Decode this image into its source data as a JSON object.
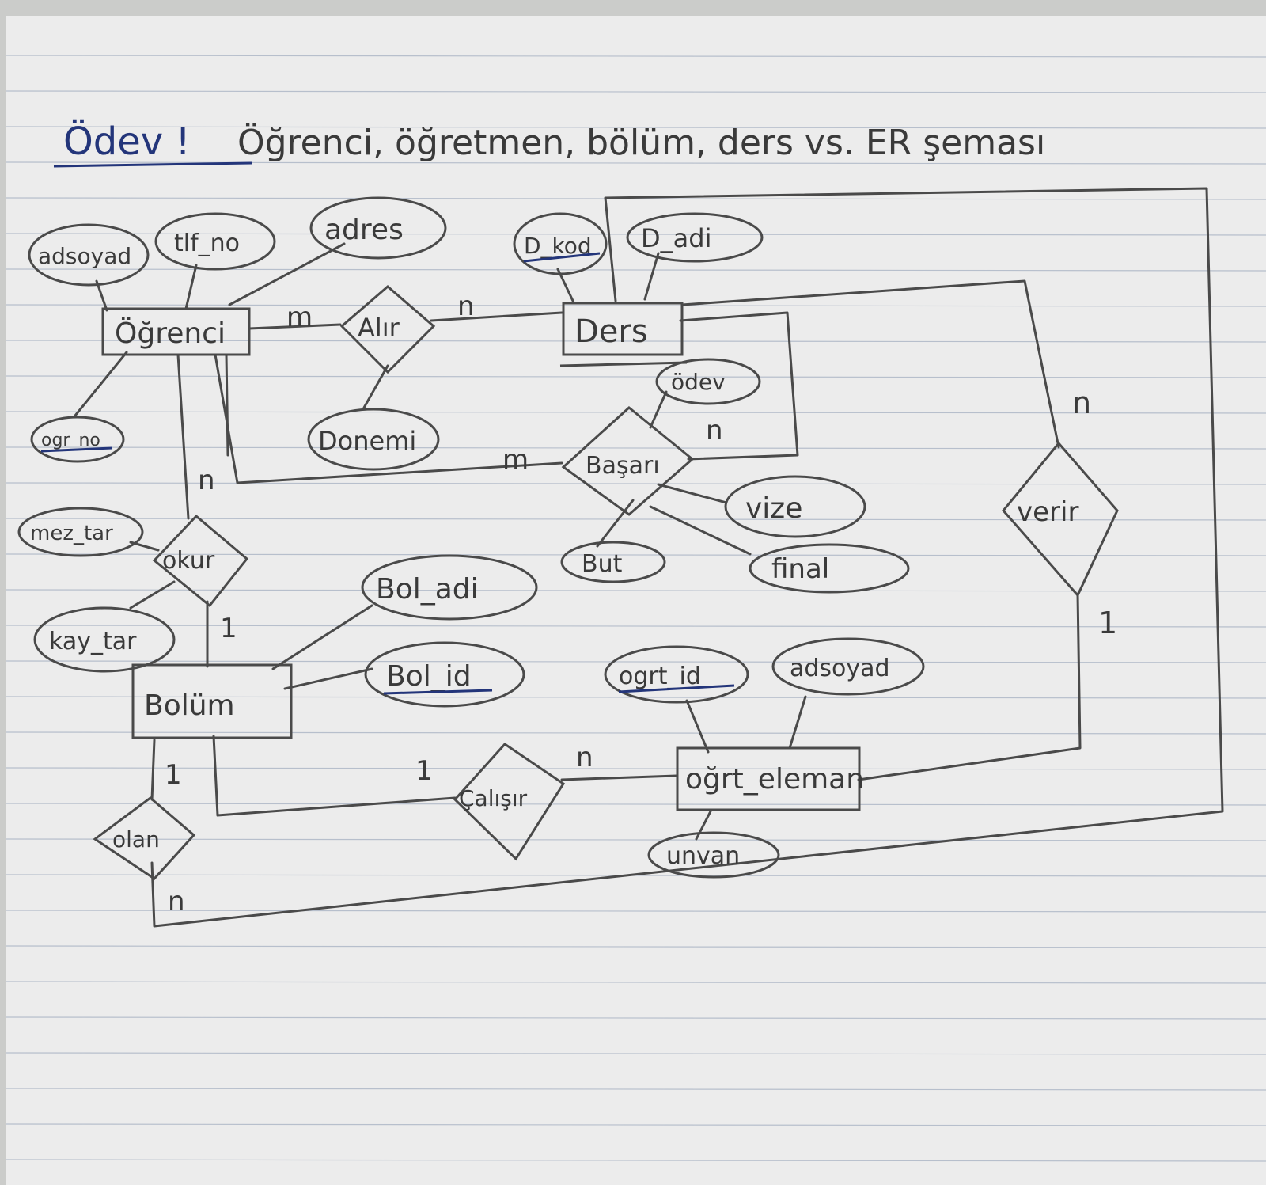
{
  "title": {
    "label": "Ödev !",
    "text": "Öğrenci, öğretmen, bölüm, ders vs. ER şeması"
  },
  "entities": {
    "ogrenci": "Öğrenci",
    "ders": "Ders",
    "bolum": "Bolüm",
    "ogrt_eleman": "oğrt_eleman"
  },
  "relationships": {
    "alir": "Alır",
    "basari": "Başarı",
    "okur": "okur",
    "verir": "verir",
    "calisir": "Çalışır",
    "olan": "olan"
  },
  "attributes": {
    "ogrenci_adsoyad": "adsoyad",
    "ogrenci_tlf": "tlf_no",
    "ogrenci_adres": "adres",
    "ogrenci_no": "ogr_no",
    "ders_kod": "D_kod",
    "ders_adi": "D_adi",
    "donem": "Donemi",
    "odev": "ödev",
    "vize": "vize",
    "final": "final",
    "but": "But",
    "bol_adi": "Bol_adi",
    "bol_id": "Bol_id",
    "mez_tar": "mez_tar",
    "kay_tar": "kay_tar",
    "ogrt_id": "ogrt_id",
    "ogrt_adsoyad": "adsoyad",
    "unvan": "unvan"
  },
  "cardinalities": {
    "ogr_alir": "m",
    "alir_ders": "n",
    "ogr_basari": "m",
    "basari_ders": "n",
    "ogr_okur": "n",
    "okur_bolum": "1",
    "bolum_olan": "1",
    "olan_ders": "n",
    "bolum_calisir": "1",
    "calisir_ogrt": "n",
    "verir_ders": "n",
    "verir_ogrt": "1"
  },
  "colors": {
    "paper": "#ececec",
    "ink": "#3a3a3a",
    "blue_ink": "#23357a",
    "rule": "#b7bfcc"
  }
}
